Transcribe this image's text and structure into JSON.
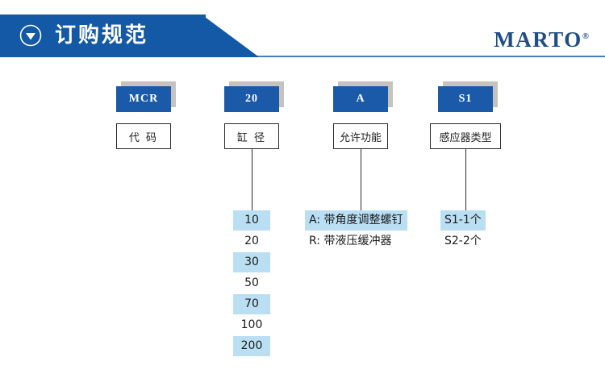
{
  "header": {
    "title": "订购规范",
    "icon": "triangle-down-circle-icon",
    "band_color": "#1359a5",
    "brand": "MARTO",
    "brand_mark": "®",
    "brand_color": "#1f4e87"
  },
  "diagram": {
    "accent_box_color": "#1b5aa8",
    "highlight_color": "#badff3",
    "columns": [
      {
        "code": "MCR",
        "name": "代 码",
        "options": []
      },
      {
        "code": "20",
        "name": "缸 径",
        "options": [
          {
            "label": "10",
            "highlighted": true
          },
          {
            "label": "20",
            "highlighted": false
          },
          {
            "label": "30",
            "highlighted": true
          },
          {
            "label": "50",
            "highlighted": false
          },
          {
            "label": "70",
            "highlighted": true
          },
          {
            "label": "100",
            "highlighted": false
          },
          {
            "label": "200",
            "highlighted": true
          }
        ]
      },
      {
        "code": "A",
        "name": "允许功能",
        "options": [
          {
            "label": "A: 带角度调整螺钉",
            "highlighted": true
          },
          {
            "label": "R: 带液压缓冲器",
            "highlighted": false
          }
        ]
      },
      {
        "code": "S1",
        "name": "感应器类型",
        "options": [
          {
            "label": "S1-1个",
            "highlighted": true
          },
          {
            "label": "S2-2个",
            "highlighted": false
          }
        ]
      }
    ]
  }
}
